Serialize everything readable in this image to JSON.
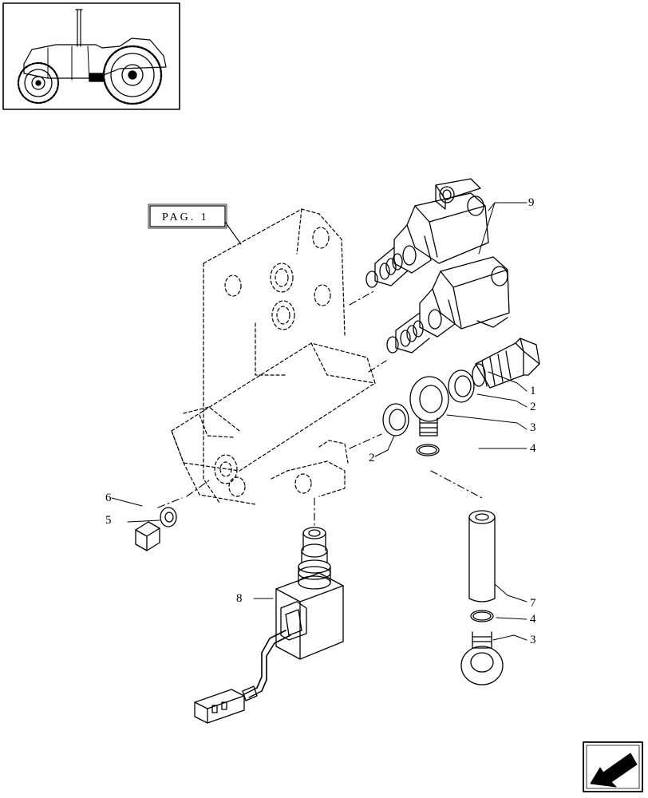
{
  "reference_box": {
    "label": "PAG. 1"
  },
  "callouts": [
    {
      "id": "c1",
      "text": "1"
    },
    {
      "id": "c2a",
      "text": "2"
    },
    {
      "id": "c3a",
      "text": "3"
    },
    {
      "id": "c4a",
      "text": "4"
    },
    {
      "id": "c2b",
      "text": "2"
    },
    {
      "id": "c6",
      "text": "6"
    },
    {
      "id": "c5",
      "text": "5"
    },
    {
      "id": "c8",
      "text": "8"
    },
    {
      "id": "c7",
      "text": "7"
    },
    {
      "id": "c4b",
      "text": "4"
    },
    {
      "id": "c3b",
      "text": "3"
    },
    {
      "id": "c9",
      "text": "9"
    }
  ],
  "icons": {
    "thumbnail": "tractor-thumbnail-icon",
    "navigation": "next-page-arrow-icon"
  },
  "colors": {
    "line": "#000000",
    "background": "#ffffff"
  }
}
